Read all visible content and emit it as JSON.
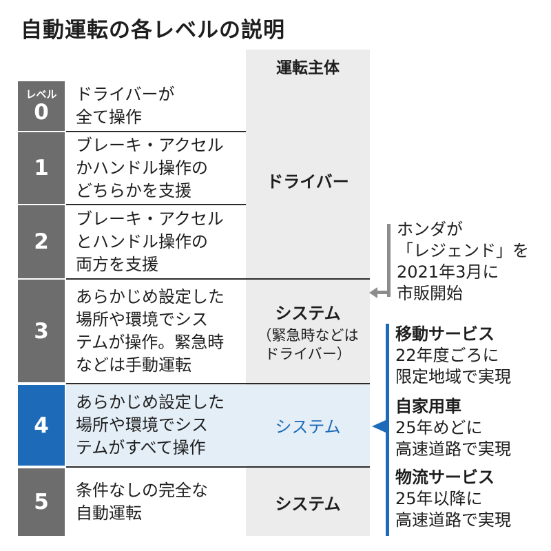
{
  "title": "自動運転の各レベルの説明",
  "column_header": "運転主体",
  "level_word": "レベル",
  "levels": [
    {
      "num": "0",
      "desc": "ドライバーが\n全て操作"
    },
    {
      "num": "1",
      "desc": "ブレーキ・アクセル\nかハンドル操作の\nどちらかを支援"
    },
    {
      "num": "2",
      "desc": "ブレーキ・アクセル\nとハンドル操作の\n両方を支援"
    },
    {
      "num": "3",
      "desc": "あらかじめ設定した\n場所や環境でシス\nテムが操作。緊急時\nなどは手動運転"
    },
    {
      "num": "4",
      "desc": "あらかじめ設定した\n場所や環境でシス\nテムがすべて操作"
    },
    {
      "num": "5",
      "desc": "条件なしの完全な\n自動運転"
    }
  ],
  "agents": {
    "levels_0_2": "ドライバー",
    "level_3_main": "システム",
    "level_3_sub_1": "（緊急時などは",
    "level_3_sub_2": "ドライバー）",
    "level_4": "システム",
    "level_5": "システム"
  },
  "honda_note": {
    "line1": "ホンダが",
    "line2": "「レジェンド」を",
    "line3": "2021年3月に",
    "line4": "市販開始"
  },
  "services": [
    {
      "name": "移動サービス",
      "line1": "22年度ごろに",
      "line2": "限定地域で実現"
    },
    {
      "name": "自家用車",
      "line1": "25年めどに",
      "line2": "高速道路で実現"
    },
    {
      "name": "物流サービス",
      "line1": "25年以降に",
      "line2": "高速道路で実現"
    }
  ],
  "colors": {
    "level_gray": "#6d6d6d",
    "highlight_blue": "#1d6bb8",
    "column_gray": "#ececec",
    "highlight_row": "#e4eef7"
  }
}
